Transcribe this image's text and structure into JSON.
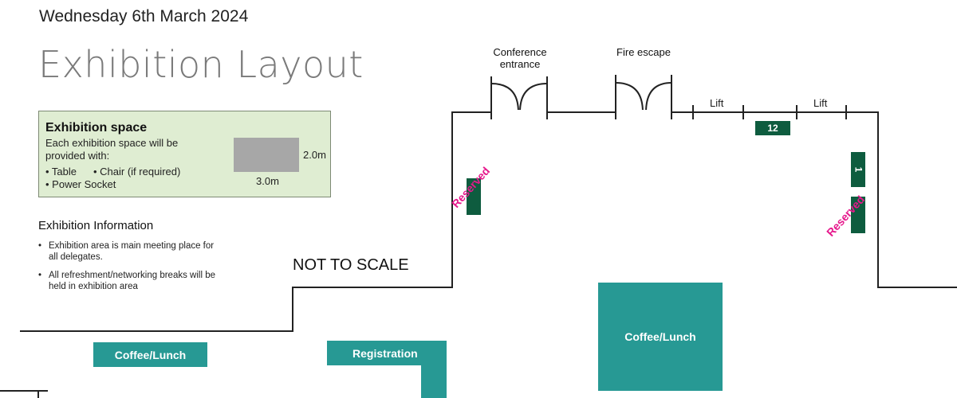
{
  "header": {
    "date": "Wednesday 6th March 2024",
    "title": "Exhibition Layout"
  },
  "exhibition_space": {
    "heading": "Exhibition space",
    "description": "Each exhibition space will be provided with:",
    "items": [
      "• Table",
      "• Chair (if required)",
      "• Power Socket"
    ],
    "height_label": "2.0m",
    "width_label": "3.0m"
  },
  "exhibition_info": {
    "heading": "Exhibition Information",
    "items": [
      "Exhibition area is main meeting place for all delegates.",
      "All refreshment/networking breaks will be held in exhibition area"
    ],
    "bullet": "•"
  },
  "plan": {
    "scale_note": "NOT TO SCALE",
    "doors": {
      "conference": "Conference entrance",
      "fire": "Fire escape"
    },
    "lifts": [
      "Lift",
      "Lift"
    ],
    "areas": {
      "coffee_left": "Coffee/Lunch",
      "registration": "Registration",
      "coffee_center": "Coffee/Lunch"
    },
    "stands": {
      "twelve": "12",
      "one": "1"
    },
    "reserved_label": "Reserved",
    "colors": {
      "teal": "#279994",
      "stand_green": "#0e5c3f",
      "reserved_pink": "#e6188c",
      "info_box_bg": "#dfedd2"
    }
  }
}
